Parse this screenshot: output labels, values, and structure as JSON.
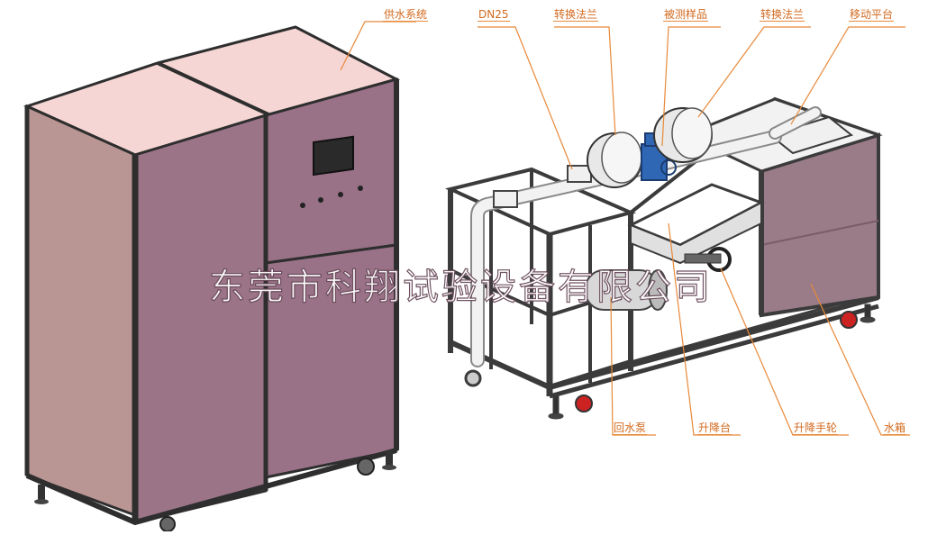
{
  "labels": {
    "water_supply": "供水系统",
    "dn25": "DN25",
    "flange_left": "转换法兰",
    "sample": "被测样品",
    "flange_right": "转换法兰",
    "mobile_platform": "移动平台",
    "return_pump": "回水泵",
    "lift_table": "升降台",
    "lift_handwheel": "升降手轮",
    "water_tank": "水箱"
  },
  "watermark": "东莞市科翔试验设备有限公司",
  "colors": {
    "cabinet_panel": "#9a7288",
    "cabinet_top": "#f5d6d4",
    "frame": "#3b3b3b",
    "leader": "#e8893a",
    "label_text": "#d2691e"
  }
}
